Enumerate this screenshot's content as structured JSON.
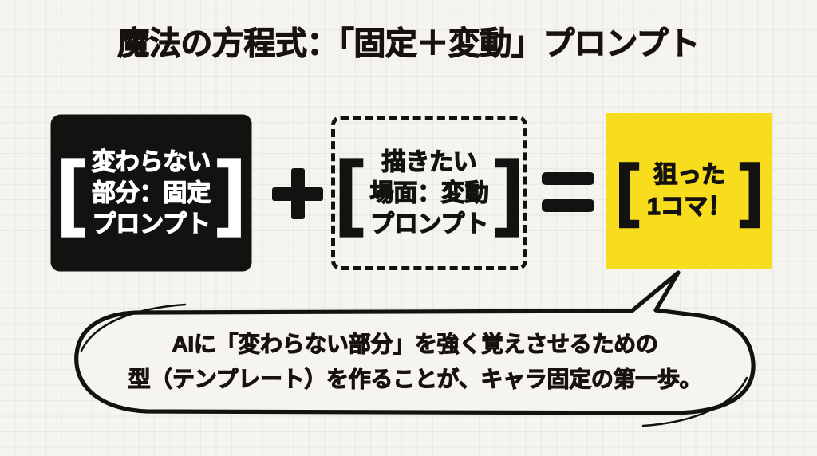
{
  "page": {
    "title": "魔法の方程式：「固定＋変動」プロンプト",
    "background_color": "#f6f4ef",
    "ink_color": "#131210",
    "accent_color": "#f7dd1e"
  },
  "equation": {
    "fixed_box": {
      "style": "solid-black",
      "bracket_open": "[",
      "bracket_close": "]",
      "lines": [
        "変わらない",
        "部分：固定",
        "プロンプト"
      ]
    },
    "operator_plus": "+",
    "variable_box": {
      "style": "dashed-outline",
      "bracket_open": "[",
      "bracket_close": "]",
      "lines": [
        "描きたい",
        "場面：変動",
        "プロンプト"
      ]
    },
    "operator_equals": "=",
    "result_box": {
      "style": "solid-yellow",
      "bracket_open": "[",
      "bracket_close": "]",
      "lines": [
        "狙った",
        "1コマ！"
      ]
    }
  },
  "callout": {
    "lines": [
      "AIに「変わらない部分」を強く覚えさせるための",
      "型（テンプレート）を作ることが、キャラ固定の第一歩。"
    ]
  }
}
